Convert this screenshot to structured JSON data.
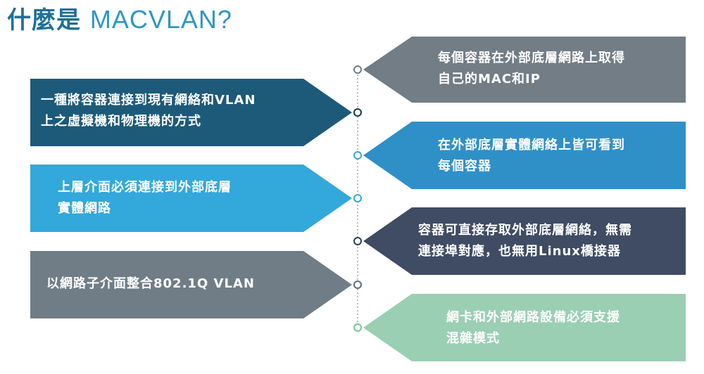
{
  "title": {
    "zh": "什麼是",
    "en": "MACVLAN?"
  },
  "colors": {
    "title_zh": "#1f6f96",
    "title_en": "#2e96c4",
    "connector_line": "#9aa6ae"
  },
  "left_items": [
    {
      "text": "一種將容器連接到現有網絡和VLAN\n上之虛擬機和物理機的方式",
      "color": "#1d5a7a",
      "dot": "#1c3a4a"
    },
    {
      "text": "上層介面必須連接到外部底層\n實體網路",
      "color": "#33a8db",
      "dot": "#33a8db"
    },
    {
      "text": "以網路子介面整合802.1Q VLAN",
      "color": "#707d87",
      "dot": "#606d77"
    }
  ],
  "right_items": [
    {
      "text": "每個容器在外部底層網路上取得\n自己的MAC和IP",
      "color": "#727d86",
      "dot": "#727d86"
    },
    {
      "text": "在外部底層實體網絡上皆可看到\n每個容器",
      "color": "#2f90c8",
      "dot": "#3ea8c8"
    },
    {
      "text": "容器可直接存取外部底層網絡，無需\n連接埠對應，也無用Linux橋接器",
      "color": "#3f4c63",
      "dot": "#2d3f55"
    },
    {
      "text": "網卡和外部網路設備必須支援\n混雜模式",
      "color": "#9acfb4",
      "dot": "#7fbf9f"
    }
  ]
}
